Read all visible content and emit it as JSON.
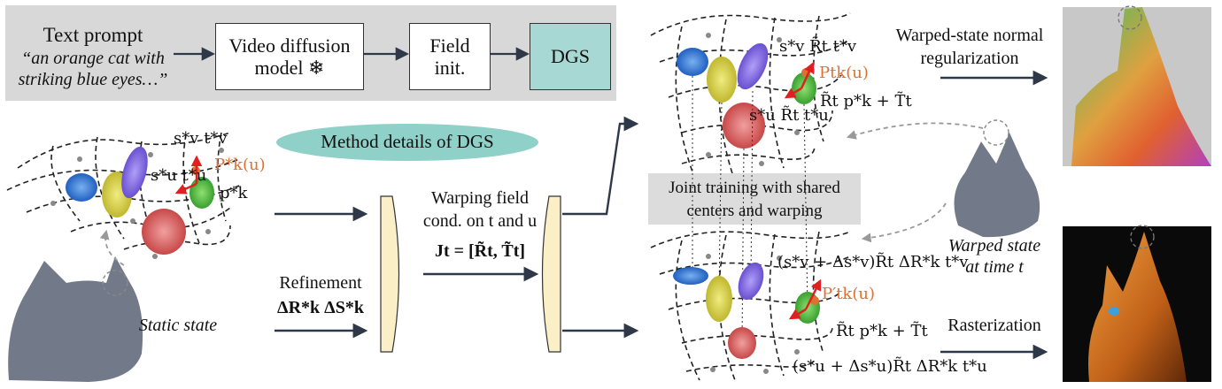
{
  "top_pipeline": {
    "prompt_label": "Text prompt",
    "prompt_text_line1": "“an orange cat with",
    "prompt_text_line2": "striking blue eyes…”",
    "video_model_line1": "Video diffusion",
    "video_model_line2": "model ❄",
    "field_init_line1": "Field",
    "field_init_line2": "init.",
    "dgs_label": "DGS"
  },
  "method_details_label": "Method details of DGS",
  "static_state": {
    "label": "Static state",
    "sv_tv": "s*v t*v",
    "su_tu": "s*u t*u",
    "pk_u": "P*k(u)",
    "pk": "p*k"
  },
  "refinement": {
    "line1": "Refinement",
    "line2": "ΔR*k  ΔS*k"
  },
  "warping_field": {
    "line1": "Warping field",
    "line2": "cond. on t and u",
    "line3": "Jt = [R̃t, T̃t]"
  },
  "warped_top": {
    "sv": "s*v R̃t t*v",
    "pk_t": "Ptk(u)",
    "rp_t": "R̃t p*k + T̃t",
    "su": "s*u R̃t t*u"
  },
  "joint_training": {
    "line1": "Joint training with shared",
    "line2": "centers and warping"
  },
  "warped_bottom": {
    "sv": "(s*v + Δs*v)R̃t ΔR*k t*v",
    "pk_t": "P′tk(u)",
    "rp_t": "R̃t p*k + T̃t",
    "su": "(s*u + Δs*u)R̃t ΔR*k t*u"
  },
  "right_labels": {
    "normal_line1": "Warped-state normal",
    "normal_line2": "regularization",
    "warped_state_line1": "Warped state",
    "warped_state_line2": "at time t",
    "rasterization": "Rasterization"
  },
  "colors": {
    "pipeline_bg": "#d8d8d8",
    "dgs_box": "#a8d8d4",
    "method_ellipse": "#8fd0c8",
    "field_shape": "#fbefc8",
    "joint_bg": "#dcdcdc",
    "accent_orange": "#e07030",
    "gaussian_blue": "#3a7fd8",
    "gaussian_yellow": "#d8d040",
    "gaussian_purple": "#8a70e0",
    "gaussian_green": "#50c040",
    "gaussian_red": "#d86060"
  }
}
